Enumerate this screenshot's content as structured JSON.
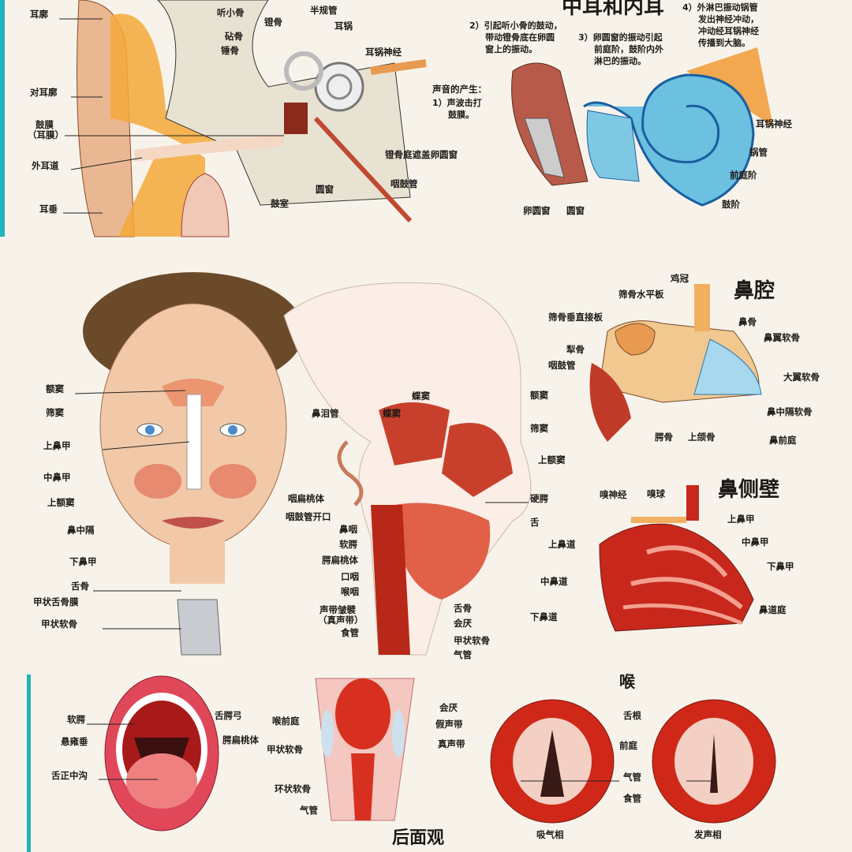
{
  "colors": {
    "background": "#f8f3ea",
    "accent_teal": "#1fb3bd",
    "tissue_red": "#c8281c",
    "cochlea_blue": "#6cc0e0",
    "fat_orange": "#f3a83a",
    "skin": "#f2c9a8"
  },
  "ear_outer": {
    "labels": [
      "耳廓",
      "对耳廓",
      "鼓膜",
      "（耳膜）",
      "外耳道",
      "耳垂",
      "听小骨",
      "砧骨",
      "镫骨",
      "锤骨",
      "半规管",
      "耳锅",
      "耳锅神经",
      "镫骨庭遮盖卵圆窗",
      "咽鼓管",
      "圆窗",
      "鼓室"
    ]
  },
  "ear_inner": {
    "title": "中耳和内耳",
    "sound_heading": "声音的产生：",
    "step1": [
      "1）声波击打",
      "鼓膜。"
    ],
    "step2": [
      "2）引起听小骨的鼓动，",
      "带动镫骨底在卵圆",
      "窗上的振动。"
    ],
    "step3": [
      "3）卵圆窗的振动引起",
      "前庭阶，鼓阶内外",
      "淋巴的振动。"
    ],
    "step4": [
      "4）外淋巴振动锅管",
      "发出神经冲动，",
      "冲动经耳锅神经",
      "传播到大脑。"
    ],
    "labels": [
      "耳锅神经",
      "锅管",
      "前庭阶",
      "鼓阶",
      "卵圆窗",
      "圆窗"
    ]
  },
  "face": {
    "labels": [
      "额窦",
      "筛窦",
      "上鼻甲",
      "中鼻甲",
      "上额窦",
      "鼻中隔",
      "下鼻甲",
      "舌骨",
      "甲状舌骨膜",
      "甲状软骨",
      "鼻泪管"
    ]
  },
  "sagittal": {
    "labels": [
      "蝶窦",
      "蝶窦",
      "额窦",
      "筛窦",
      "上额窦",
      "咽扁桃体",
      "咽鼓管开口",
      "鼻咽",
      "软腭",
      "腭扁桃体",
      "口咽",
      "喉咽",
      "声带皱襞",
      "（真声带）",
      "食管",
      "硬腭",
      "舌",
      "舌骨",
      "会厌",
      "甲状软骨",
      "气管"
    ]
  },
  "nasal_cavity": {
    "title": "鼻腔",
    "labels": [
      "鸡冠",
      "筛骨水平板",
      "筛骨垂直接板",
      "犁骨",
      "咽鼓管",
      "鼻骨",
      "鼻翼软骨",
      "大翼软骨",
      "鼻中隔软骨",
      "腭骨",
      "上颌骨",
      "鼻前庭"
    ]
  },
  "nasal_wall": {
    "title": "鼻侧壁",
    "labels": [
      "嗅神经",
      "嗅球",
      "上鼻甲",
      "中鼻甲",
      "下鼻甲",
      "上鼻道",
      "中鼻道",
      "下鼻道",
      "鼻道庭"
    ]
  },
  "mouth": {
    "labels": [
      "软腭",
      "悬雍垂",
      "舌正中沟",
      "舌腭弓",
      "腭扁桃体"
    ]
  },
  "larynx_back": {
    "title": "后面观",
    "labels": [
      "会厌",
      "喉前庭",
      "假声带",
      "真声带",
      "甲状软骨",
      "环状软骨",
      "气管"
    ]
  },
  "larynx": {
    "title": "喉",
    "labels": [
      "舌根",
      "前庭",
      "气管",
      "食管"
    ],
    "phase_inhale": "吸气相",
    "phase_phonation": "发声相"
  }
}
